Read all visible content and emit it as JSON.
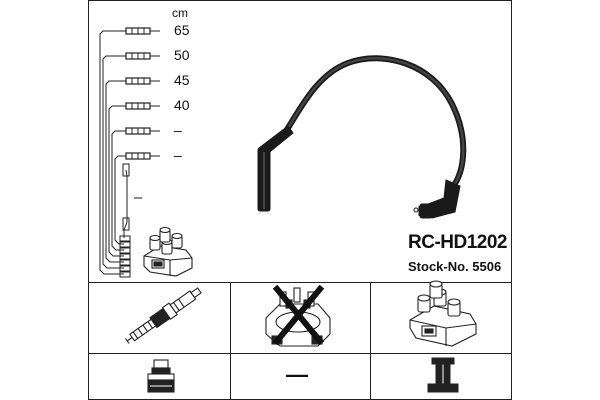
{
  "unit_label": "cm",
  "cable_lengths": [
    "65",
    "50",
    "45",
    "40",
    "–",
    "–"
  ],
  "product": {
    "model": "RC-HD1202",
    "stock_number": "Stock-No. 5506"
  },
  "components": {
    "spark_plug": "spark-plug-icon",
    "distributor_cap": "distributor-cap-icon",
    "distributor_cap_excluded": "cross-icon",
    "ignition_coil": "ignition-coil-icon",
    "plug_connector": "spark-plug-connector-icon",
    "coil_connector": "coil-connector-icon",
    "cap_connector_value": "—"
  }
}
